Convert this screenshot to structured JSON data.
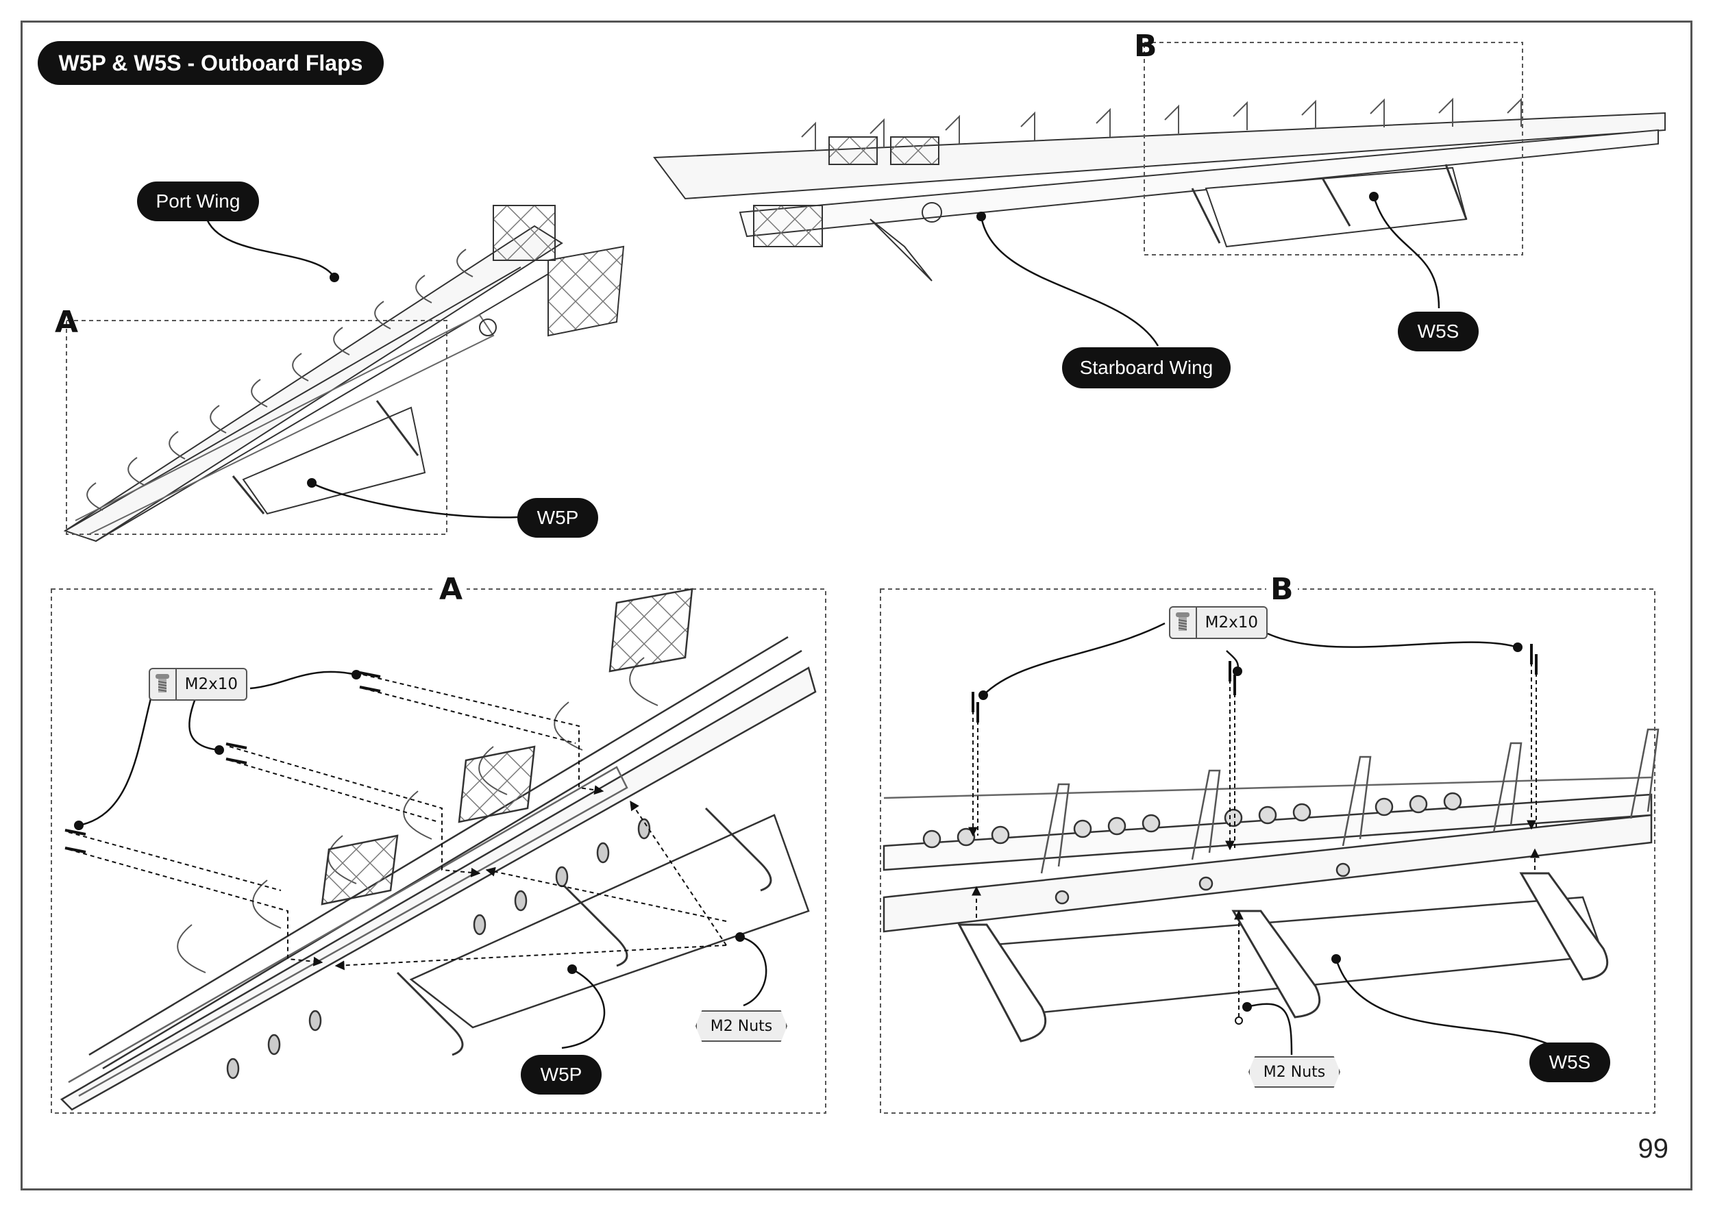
{
  "title": "W5P & W5S - Outboard Flaps",
  "labels": {
    "port_wing": "Port Wing",
    "starboard_wing": "Starboard Wing",
    "w5p_top": "W5P",
    "w5s_top": "W5S",
    "w5p_detail": "W5P",
    "w5s_detail": "W5S"
  },
  "callouts": {
    "a_top": "A",
    "b_top": "B",
    "a_detail": "A",
    "b_detail": "B"
  },
  "hardware": {
    "screw_a": "M2x10",
    "screw_b": "M2x10",
    "nuts_a": "M2 Nuts",
    "nuts_b": "M2 Nuts"
  },
  "page_number": "99",
  "colors": {
    "ink": "#111111",
    "line": "#444444",
    "pill_bg": "#111111",
    "tag_bg": "#eeeeee"
  }
}
